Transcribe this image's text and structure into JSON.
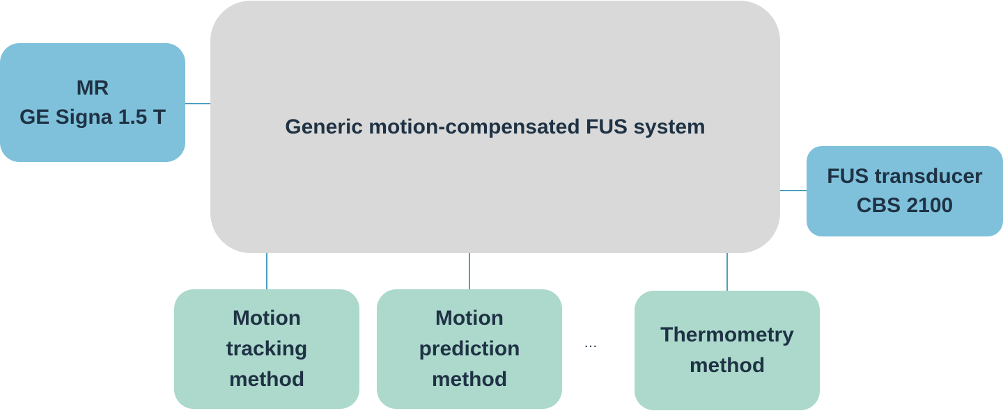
{
  "diagram": {
    "core": {
      "label": "Generic motion-compensated FUS system"
    },
    "mr": {
      "label": "MR\nGE Signa 1.5 T"
    },
    "fus": {
      "label": "FUS transducer\nCBS 2100"
    },
    "methods": [
      {
        "label": "Motion\ntracking\nmethod"
      },
      {
        "label": "Motion\nprediction\nmethod"
      },
      {
        "label": "Thermometry\nmethod"
      }
    ],
    "ellipsis": "…"
  },
  "colors": {
    "core_fill": "#d9d9d9",
    "hardware_fill": "#7fc1db",
    "method_fill": "#acd9cc",
    "connector": "#4aa0bf",
    "text": "#1f3244"
  }
}
